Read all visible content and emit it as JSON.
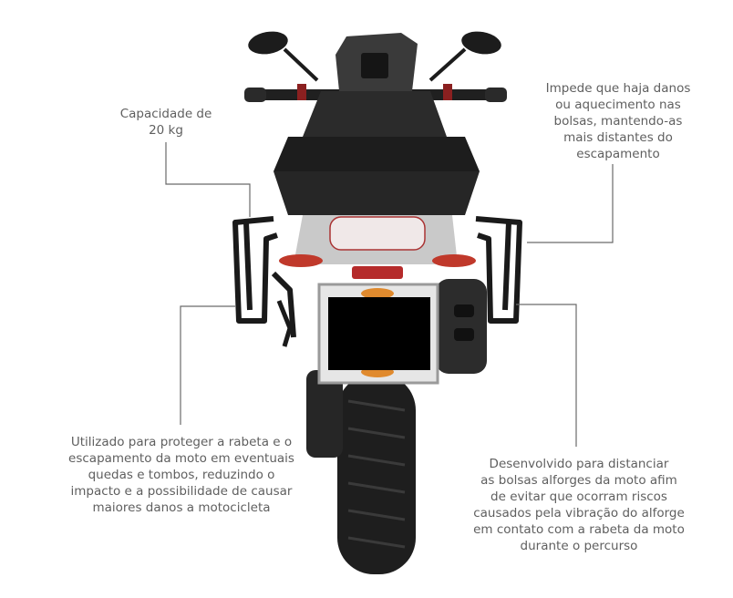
{
  "captions": {
    "capacity": "Capacidade de\n20 kg",
    "heat": "Impede que haja danos\nou aquecimento nas\nbolsas, mantendo-as\nmais distantes do\nescapamento",
    "protect": "Utilizado para proteger a rabeta e o\nescapamento da moto em eventuais\nquedas e tombos, reduzindo o\nimpacto e a possibilidade de causar\nmaiores danos a motocicleta",
    "distance": "Desenvolvido para distanciar\nas bolsas alforges da moto afim\nde evitar que ocorram riscos\ncausados pela vibração do alforge\nem contato com a rabeta da moto\ndurante o percurso"
  },
  "image": {
    "subject": "motorcycle-rear-view-with-side-bag-racks",
    "plate": "redacted"
  },
  "colors": {
    "text": "#5f5f5f",
    "leader": "#6a6a6a",
    "frame": "#1a1a1a",
    "tail_light": "#c0392b",
    "plate_mask": "#000000"
  }
}
